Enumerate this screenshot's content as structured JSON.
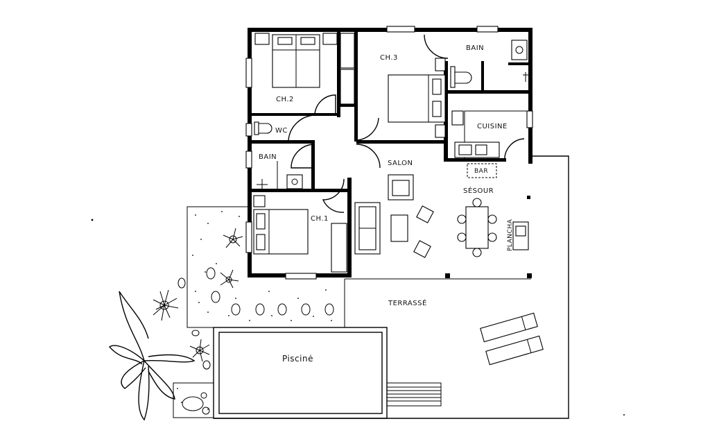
{
  "plan": {
    "rooms": {
      "ch2": "CH.2",
      "ch3": "CH.3",
      "bain_top": "BAIN",
      "wc": "WC",
      "cuisine": "CUISINE",
      "bain_left": "BAIN",
      "bar": "BAR",
      "salon": "SALON",
      "sejour": "SÉSOUR",
      "ch1": "CH.1",
      "plancha": "PLANCHA",
      "terrasse": "TERRASSÉ",
      "piscine": "Piscinė"
    }
  }
}
